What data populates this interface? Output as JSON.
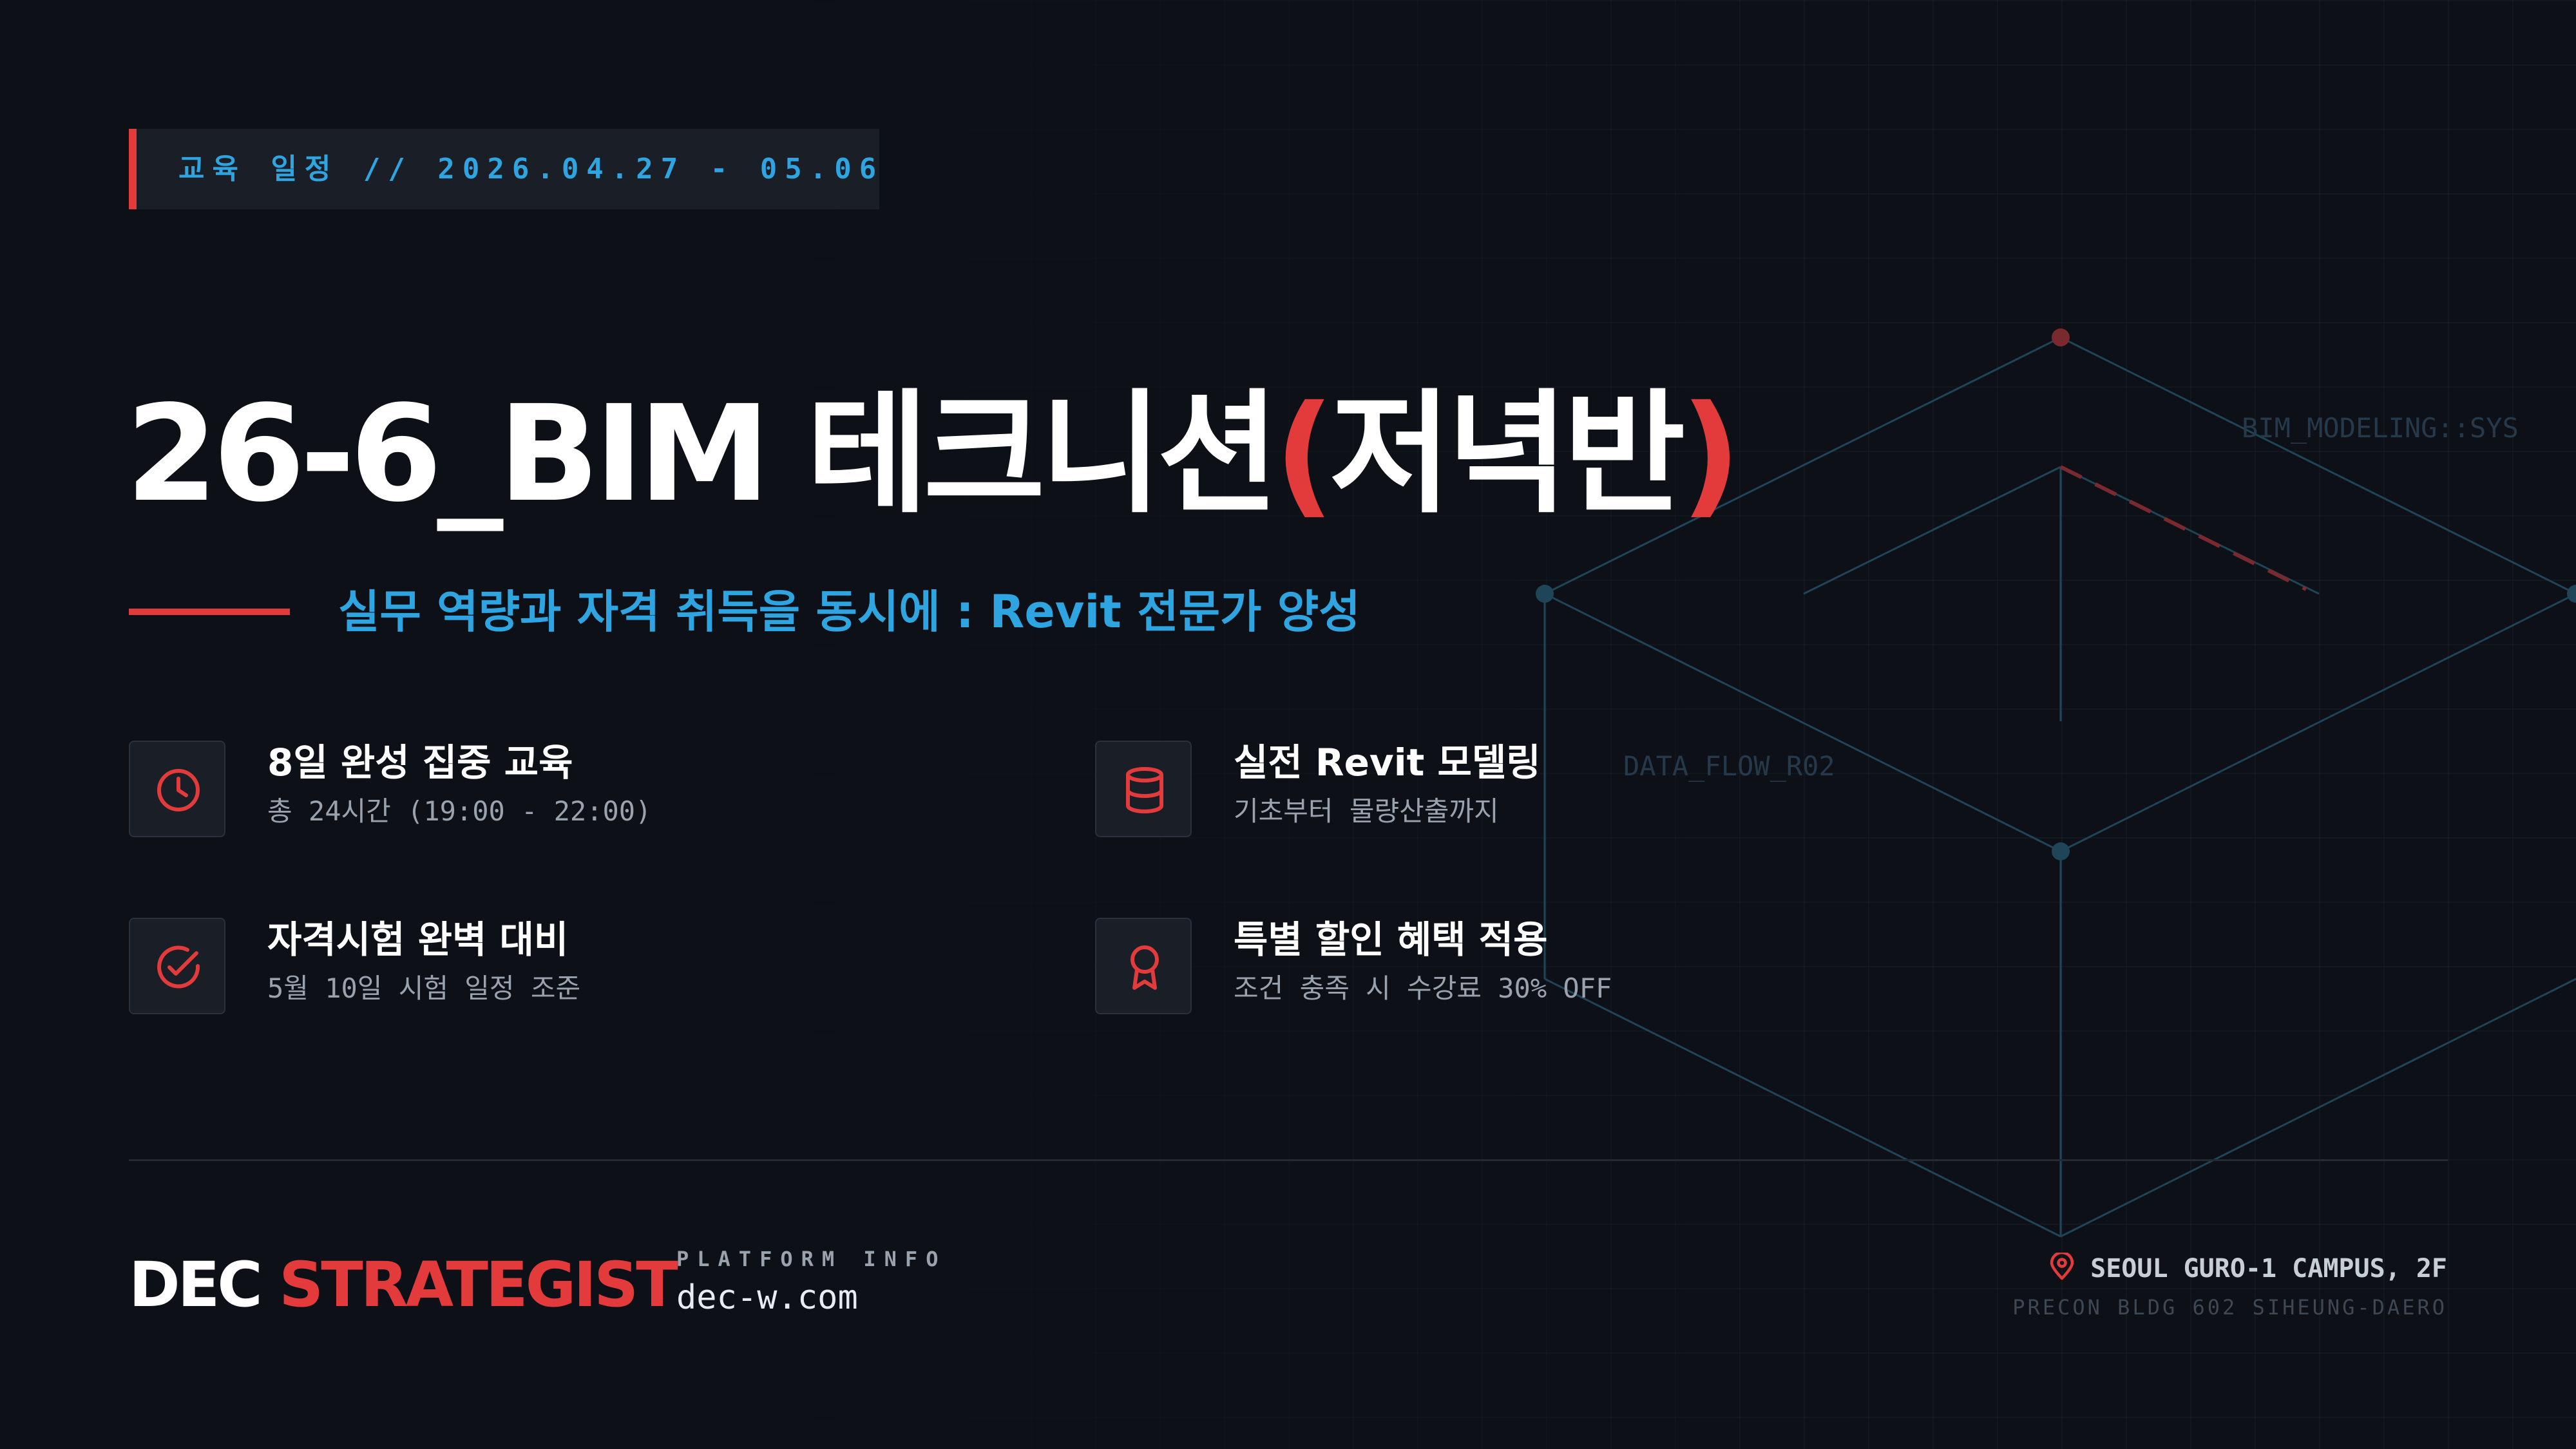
{
  "schedule": {
    "label": "교육 일정 // 2026.04.27 - 05.06"
  },
  "title": {
    "main": "26-6_BIM 테크니션",
    "paren_open": "(",
    "paren_inner": "저녁반",
    "paren_close": ")"
  },
  "subtitle": "실무 역량과 자격 취득을 동시에 : Revit 전문가 양성",
  "features": [
    {
      "icon": "clock-icon",
      "title": "8일 완성 집중 교육",
      "desc": "총 24시간 (19:00 - 22:00)"
    },
    {
      "icon": "database-icon",
      "title": "실전 Revit 모델링",
      "desc": "기초부터 물량산출까지"
    },
    {
      "icon": "check-circle-icon",
      "title": "자격시험 완벽 대비",
      "desc": "5월 10일 시험 일정 조준"
    },
    {
      "icon": "award-icon",
      "title": "특별 할인 혜택 적용",
      "desc": "조건 충족 시 수강료 30% OFF"
    }
  ],
  "decor": {
    "label_sys": "BIM_MODELING::SYS",
    "label_flow": "DATA_FLOW_R02"
  },
  "brand": {
    "part1": "DEC",
    "part2": "STRATEGIST"
  },
  "platform": {
    "label": "PLATFORM INFO",
    "url": "dec-w.com"
  },
  "location": {
    "icon": "map-pin-icon",
    "main": "SEOUL GURO-1 CAMPUS, 2F",
    "sub": "PRECON BLDG 602 SIHEUNG-DAERO"
  },
  "colors": {
    "background": "#0d1017",
    "accent_red": "#e33b3b",
    "accent_blue": "#2ea4e0",
    "card": "#1a1e26"
  }
}
